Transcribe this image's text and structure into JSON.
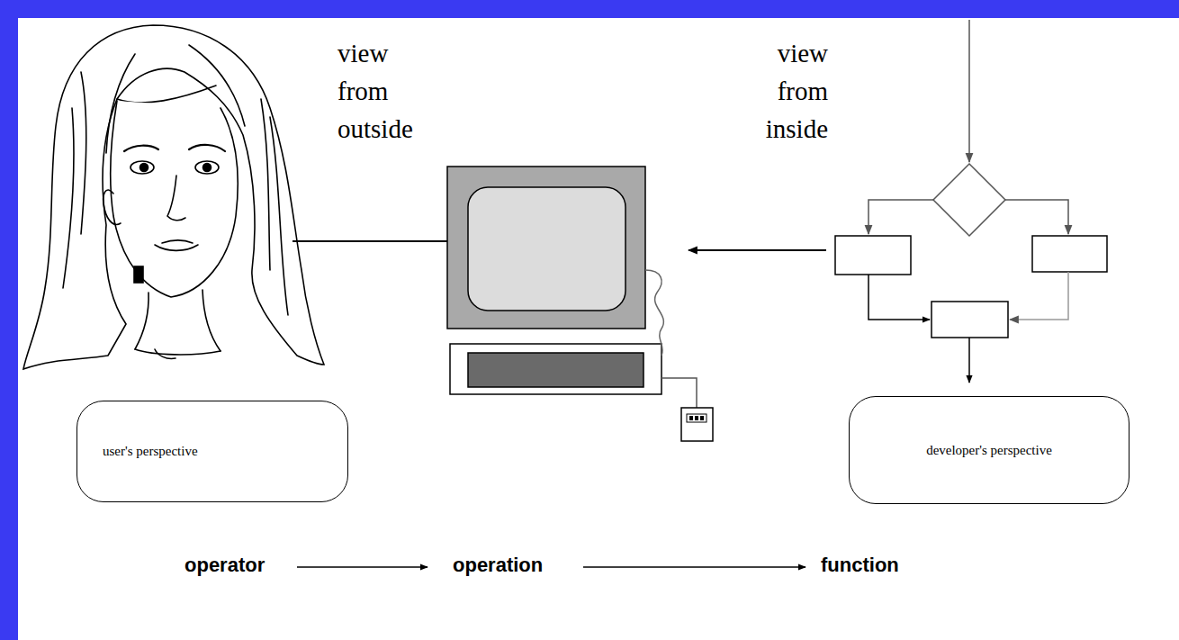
{
  "diagram": {
    "nodes": [
      {
        "text": [
          "user's perspective"
        ]
      },
      {
        "text": [
          "developer's perspective"
        ]
      }
    ],
    "labels": [
      "view from outside",
      "view from inside",
      "operator",
      "operation",
      "function"
    ]
  }
}
